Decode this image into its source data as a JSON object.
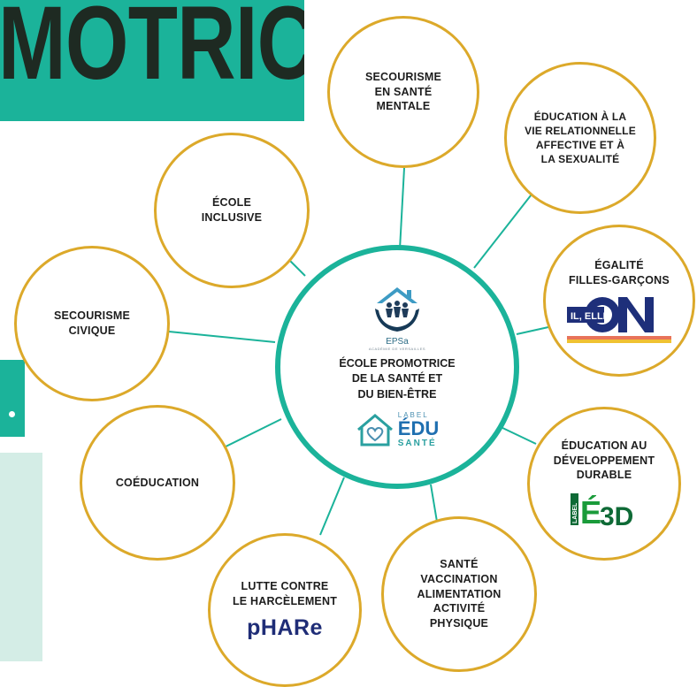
{
  "header": {
    "title": "MOTRICE"
  },
  "center": {
    "title": "ÉCOLE PROMOTRICE\nDE LA SANTÉ ET\nDU BIEN-ÊTRE",
    "epsa_logo": {
      "name": "EPSa",
      "subtitle": "ACADÉMIE DE VERSAILLES"
    },
    "edu_logo": {
      "label": "LABEL",
      "word": "ÉDU",
      "sub": "SANTÉ"
    }
  },
  "nodes": {
    "secourisme_mentale": "SECOURISME\nEN SANTÉ\nMENTALE",
    "education_vie": "ÉDUCATION À LA\nVIE RELATIONNELLE\nAFFECTIVE ET À\nLA SEXUALITÉ",
    "egalite": "ÉGALITÉ\nFILLES-GARÇONS",
    "developpement": "ÉDUCATION AU\nDÉVELOPPEMENT\nDURABLE",
    "sante": "SANTÉ\nVACCINATION\nALIMENTATION\nACTIVITÉ\nPHYSIQUE",
    "harcelement": "LUTTE CONTRE\nLE HARCÈLEMENT",
    "coeducation": "COÉDUCATION",
    "secourisme_civique": "SECOURISME\nCIVIQUE",
    "inclusive": "ÉCOLE\nINCLUSIVE"
  },
  "logos": {
    "on_logo": "IL, ELLE",
    "on_logo_o": "ON",
    "phare": "pHARe",
    "e3d_e": "É",
    "e3d_3d": "3D",
    "e3d_label": "LABEL"
  },
  "colors": {
    "teal": "#1bb39a",
    "gold_ring": "#dca92a",
    "title_text": "#1e2a22",
    "panel": "#d4ede6"
  }
}
